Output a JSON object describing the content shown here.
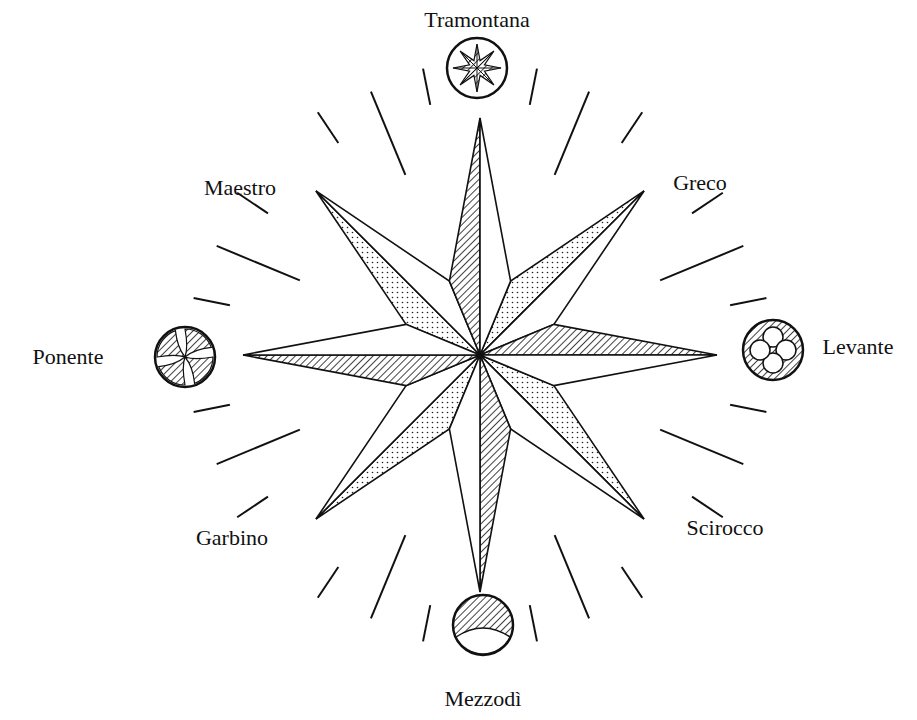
{
  "diagram": {
    "labels": [
      "Tramontana",
      "Maestro",
      "Greco",
      "Ponente",
      "Levante",
      "Garbino",
      "Scirocco",
      "Mezzodì"
    ]
  }
}
